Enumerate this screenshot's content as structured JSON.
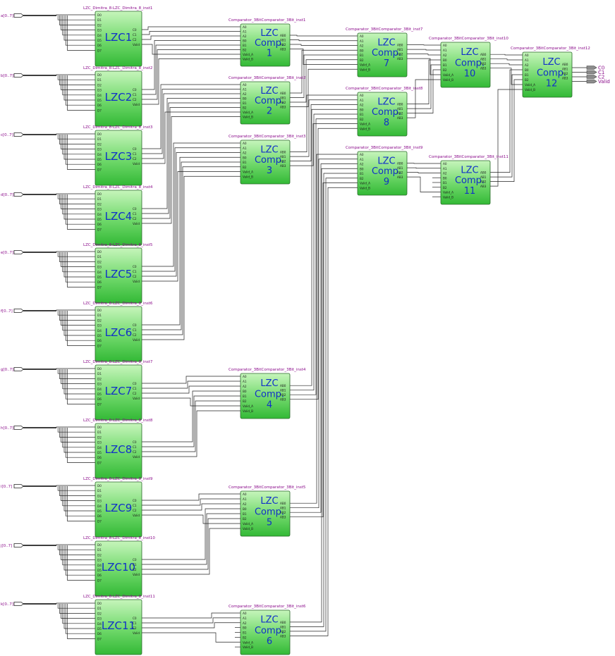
{
  "colors": {
    "block_fill_top": "#b9f2ae",
    "block_fill_bottom": "#37c43a",
    "block_stroke": "#2a6a2a",
    "block_text": "#1030c8",
    "instance_text": "#8a0a8a",
    "wire": "#222222",
    "output_port": "#8c8c8c"
  },
  "inputs": [
    "a[0..7]",
    "b[0..7]",
    "c[0..7]",
    "d[0..7]",
    "e[0..7]",
    "f[0..7]",
    "g[0..7]",
    "h[0..7]",
    "i[0..7]",
    "j[0..7]",
    "k[0..7]"
  ],
  "lzc_blocks": [
    {
      "label": "LZC1",
      "instance": "LZC_Dimitra_8:LZC_Dimitra_8_inst1"
    },
    {
      "label": "LZC2",
      "instance": "LZC_Dimitra_8:LZC_Dimitra_8_inst2"
    },
    {
      "label": "LZC3",
      "instance": "LZC_Dimitra_8:LZC_Dimitra_8_inst3"
    },
    {
      "label": "LZC4",
      "instance": "LZC_Dimitra_8:LZC_Dimitra_8_inst4"
    },
    {
      "label": "LZC5",
      "instance": "LZC_Dimitra_8:LZC_Dimitra_8_inst5"
    },
    {
      "label": "LZC6",
      "instance": "LZC_Dimitra_8:LZC_Dimitra_8_inst6"
    },
    {
      "label": "LZC7",
      "instance": "LZC_Dimitra_8:LZC_Dimitra_8_inst7"
    },
    {
      "label": "LZC8",
      "instance": "LZC_Dimitra_8:LZC_Dimitra_8_inst8"
    },
    {
      "label": "LZC9",
      "instance": "LZC_Dimitra_8:LZC_Dimitra_8_inst9"
    },
    {
      "label": "LZC10",
      "instance": "LZC_Dimitra_8:LZC_Dimitra_8_inst10"
    },
    {
      "label": "LZC11",
      "instance": "LZC_Dimitra_8:LZC_Dimitra_8_inst11"
    }
  ],
  "lzc_pins_in": [
    "D0",
    "D1",
    "D2",
    "D3",
    "D4",
    "D5",
    "D6",
    "D7"
  ],
  "lzc_pins_out": [
    "C0",
    "C1",
    "C2",
    "Valid"
  ],
  "comp_blocks": [
    {
      "line1": "LZC",
      "line2": "Comp.",
      "num": "1",
      "instance": "Comparator_3BitComparator_3Bit_inst1"
    },
    {
      "line1": "LZC",
      "line2": "Comp.",
      "num": "2",
      "instance": "Comparator_3BitComparator_3Bit_inst2"
    },
    {
      "line1": "LZC",
      "line2": "Comp.",
      "num": "3",
      "instance": "Comparator_3BitComparator_3Bit_inst3"
    },
    {
      "line1": "LZC",
      "line2": "Comp.",
      "num": "4",
      "instance": "Comparator_3BitComparator_3Bit_inst4"
    },
    {
      "line1": "LZC",
      "line2": "Comp.",
      "num": "5",
      "instance": "Comparator_3BitComparator_3Bit_inst5"
    },
    {
      "line1": "LZC",
      "line2": "Comp.",
      "num": "6",
      "instance": "Comparator_3BitComparator_3Bit_inst6"
    },
    {
      "line1": "LZC",
      "line2": "Comp.",
      "num": "7",
      "instance": "Comparator_3BitComparator_3Bit_inst7"
    },
    {
      "line1": "LZC",
      "line2": "Comp.",
      "num": "8",
      "instance": "Comparator_3BitComparator_3Bit_inst8"
    },
    {
      "line1": "LZC",
      "line2": "Comp.",
      "num": "9",
      "instance": "Comparator_3BitComparator_3Bit_inst9"
    },
    {
      "line1": "LZC",
      "line2": "Comp.",
      "num": "10",
      "instance": "Comparator_3BitComparator_3Bit_inst10"
    },
    {
      "line1": "LZC",
      "line2": "Comp.",
      "num": "11",
      "instance": "Comparator_3BitComparator_3Bit_inst11"
    },
    {
      "line1": "LZC",
      "line2": "Comp.",
      "num": "12",
      "instance": "Comparator_3BitComparator_3Bit_inst12"
    }
  ],
  "comp_pins_in": [
    "A0",
    "A1",
    "A2",
    "B0",
    "B1",
    "B2",
    "Valid_A",
    "Valid_B"
  ],
  "comp_pins_out": [
    "AB0",
    "AB1",
    "AB2",
    "AB3"
  ],
  "outputs": [
    "C0",
    "C1",
    "C2",
    "Valid"
  ]
}
